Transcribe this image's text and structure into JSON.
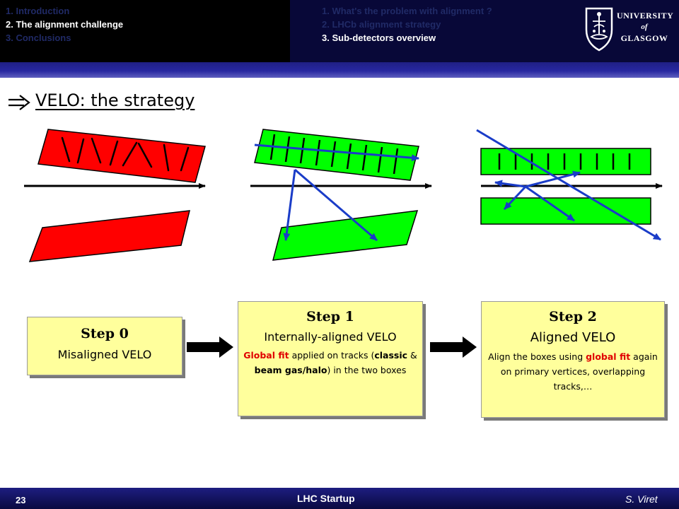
{
  "header": {
    "nav_left": [
      "1. Introduction",
      "2. The alignment challenge",
      "3. Conclusions"
    ],
    "nav_left_active": 1,
    "nav_right": [
      "1. What's the problem with alignment ?",
      "2. LHCb alignment strategy",
      "3. Sub-detectors overview"
    ],
    "nav_right_active": 2,
    "logo": {
      "line1": "UNIVERSITY",
      "line2": "of",
      "line3": "GLASGOW"
    }
  },
  "title": "VELO: the strategy",
  "colors": {
    "module_red": "#ff0000",
    "module_green": "#00ff00",
    "track_blue": "#1a3cc8",
    "box_yellow": "#ffff9c",
    "highlight_red": "#e00000"
  },
  "steps": [
    {
      "title": "Step 0",
      "subtitle": "Misaligned VELO"
    },
    {
      "title": "Step 1",
      "subtitle": "Internally-aligned VELO",
      "desc": {
        "p1": "Global fit",
        "p2": " applied on tracks (",
        "p3": "classic",
        "p4": " & ",
        "p5": "beam gas/halo",
        "p6": ") in the two boxes"
      }
    },
    {
      "title": "Step 2",
      "subtitle": "Aligned VELO",
      "desc": {
        "p1": "Align the boxes using ",
        "p2": "global fit",
        "p3": " again on primary vertices, overlapping tracks,…"
      }
    }
  ],
  "footer": {
    "page": "23",
    "center": "LHC Startup",
    "author": "S. Viret"
  }
}
